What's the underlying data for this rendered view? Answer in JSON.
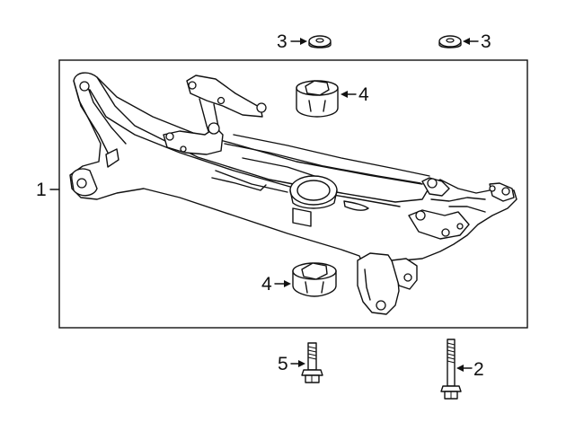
{
  "diagram": {
    "callouts": [
      {
        "id": "subframe",
        "label": "1"
      },
      {
        "id": "bolt-long",
        "label": "2"
      },
      {
        "id": "washer-left",
        "label": "3"
      },
      {
        "id": "washer-right",
        "label": "3"
      },
      {
        "id": "mount-bushing-upper",
        "label": "4"
      },
      {
        "id": "mount-bushing-lower",
        "label": "4"
      },
      {
        "id": "bolt-short",
        "label": "5"
      }
    ],
    "colors": {
      "line": "#111111",
      "background": "#ffffff"
    }
  }
}
